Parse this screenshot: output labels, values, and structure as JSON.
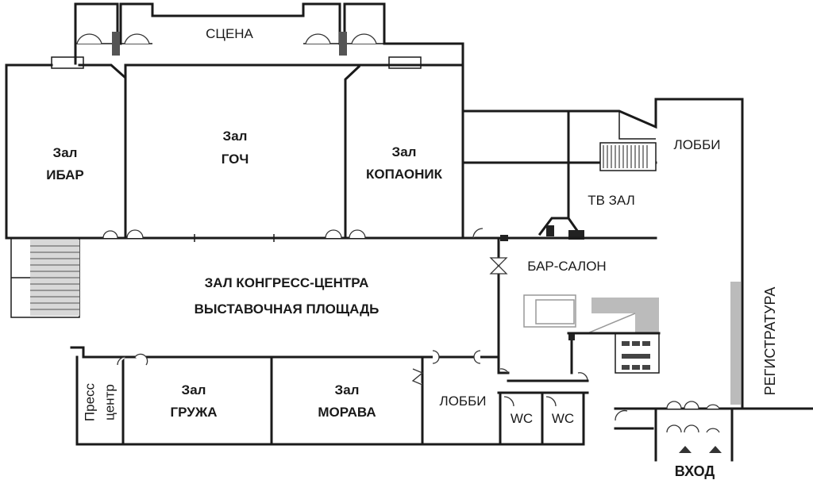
{
  "plan": {
    "stage": "СЦЕНА",
    "hall_ibar": [
      "Зал",
      "ИБАР"
    ],
    "hall_goch": [
      "Зал",
      "ГОЧ"
    ],
    "hall_kopaonik": [
      "Зал",
      "КОПАОНИК"
    ],
    "lobby_top": "ЛОББИ",
    "tv_hall": "ТВ ЗАЛ",
    "bar_salon": "БАР-САЛОН",
    "congress_hall": [
      "ЗАЛ КОНГРЕСС-ЦЕНТРА",
      "ВЫСТАВОЧНАЯ ПЛОЩАДЬ"
    ],
    "press_center": [
      "Пресс",
      "центр"
    ],
    "hall_gruzha": [
      "Зал",
      "ГРУЖА"
    ],
    "hall_morava": [
      "Зал",
      "МОРАВА"
    ],
    "lobby_bottom": "ЛОББИ",
    "wc": [
      "WC",
      "WC"
    ],
    "reception": "РЕГИСТРАТУРА",
    "entrance": "ВХОД"
  }
}
